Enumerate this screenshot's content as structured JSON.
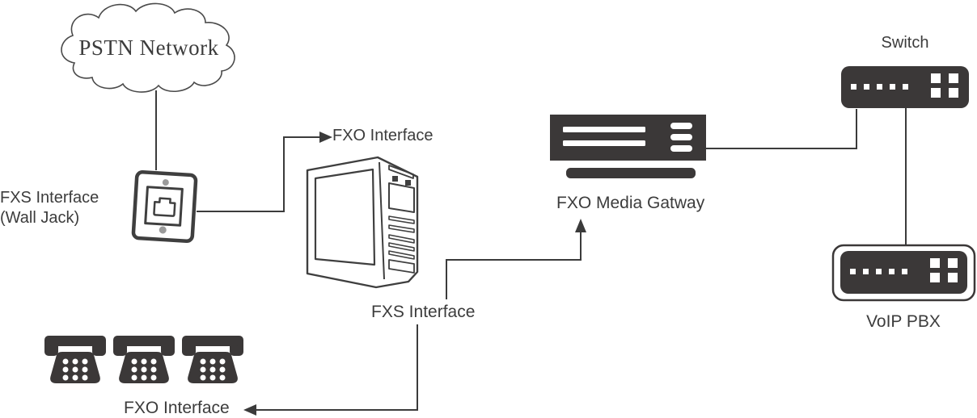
{
  "colors": {
    "line": "#3b3b3b",
    "device_fill": "#3b3838",
    "text": "#3c3c3c",
    "screw_gray": "#9b9b9b",
    "port_white": "#ffffff",
    "background": "#ffffff"
  },
  "nodes": {
    "pstn_cloud": {
      "label": "PSTN Network",
      "icon": "cloud-icon"
    },
    "wall_jack": {
      "label_line1": "FXS Interface",
      "label_line2": "(Wall Jack)",
      "icon": "wall-jack-icon"
    },
    "fxo_interface_top": {
      "label": "FXO Interface"
    },
    "computer": {
      "icon": "desktop-tower-icon"
    },
    "fxs_interface": {
      "label": "FXS Interface"
    },
    "media_gateway": {
      "label": "FXO Media Gatway",
      "icon": "rack-device-icon"
    },
    "switch": {
      "label": "Switch",
      "icon": "switch-device-icon"
    },
    "voip_pbx": {
      "label": "VoIP PBX",
      "icon": "switch-device-icon"
    },
    "fxo_interface_bottom": {
      "label": "FXO Interface"
    },
    "phones": {
      "icon": "analog-phone-icon",
      "count": 3
    }
  },
  "connections": [
    {
      "from": "pstn_cloud",
      "to": "wall_jack",
      "arrow": "none"
    },
    {
      "from": "wall_jack",
      "to": "fxo_interface_top",
      "arrow": "right"
    },
    {
      "from": "fxs_interface",
      "to": "media_gateway",
      "arrow": "up"
    },
    {
      "from": "fxs_interface",
      "to": "fxo_interface_bottom",
      "arrow": "left"
    },
    {
      "from": "media_gateway",
      "to": "switch",
      "arrow": "none"
    },
    {
      "from": "switch",
      "to": "voip_pbx",
      "arrow": "none"
    }
  ]
}
